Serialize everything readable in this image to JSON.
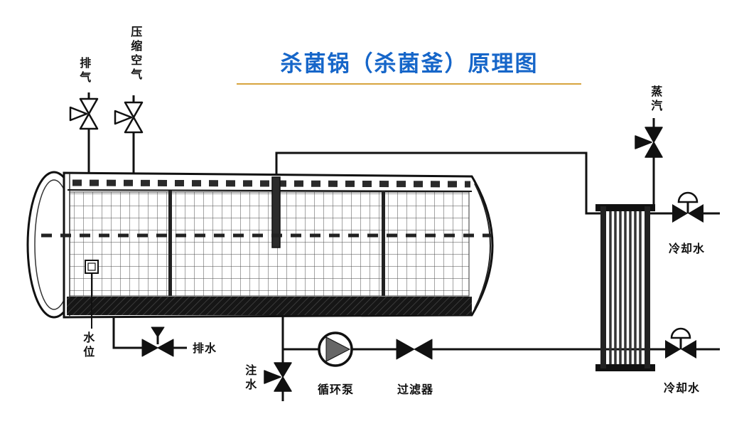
{
  "title": "杀菌锅（杀菌釜）原理图",
  "labels": {
    "exhaust": "排气",
    "compressed_air": "压缩空气",
    "steam": "蒸汽",
    "water_level": "水位",
    "drain": "排水",
    "water_inlet": "注水",
    "circulation_pump": "循环泵",
    "filter": "过滤器",
    "cooling_water_top": "冷却水",
    "cooling_water_bottom": "冷却水"
  },
  "colors": {
    "title_text": "#1666c9",
    "title_underline": "#d7a43e",
    "diagram_line": "#111111",
    "mesh_line": "#4a4a4a"
  }
}
